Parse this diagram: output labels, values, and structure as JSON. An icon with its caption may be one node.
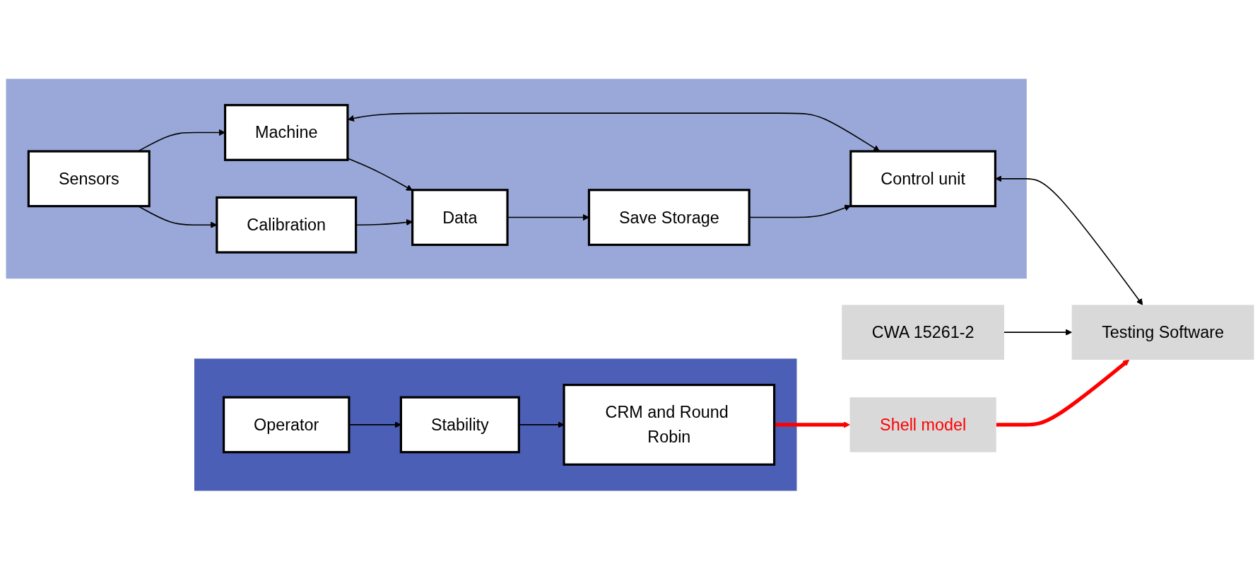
{
  "diagram": {
    "nodes": [
      {
        "text": [],
        "shape": "box"
      },
      {
        "text": [
          "Sensors"
        ],
        "in": 0
      },
      {
        "text": [
          "Machine"
        ],
        "in": 0
      },
      {
        "text": [
          "Control unit"
        ],
        "in": 0
      },
      {
        "text": [
          "Calibration"
        ],
        "in": 0
      },
      {
        "text": [
          "Data"
        ],
        "in": 0
      },
      {
        "text": [
          "Save Storage"
        ],
        "in": 0
      },
      {
        "text": [
          "Testing Software"
        ]
      },
      {
        "text": [
          "CWA 15261-2"
        ]
      },
      {
        "text": [],
        "shape": "box"
      },
      {
        "text": [
          "Operator"
        ],
        "in": 9
      },
      {
        "text": [
          "Stability"
        ],
        "in": 9
      },
      {
        "text": [
          "CRM and Round Robin"
        ],
        "in": 9
      },
      {
        "text": [
          "Shell model"
        ]
      }
    ],
    "edges": [
      {
        "from": 1,
        "to": 2,
        "arrow": "to"
      },
      {
        "from": 2,
        "to": 3,
        "arrow": "both"
      },
      {
        "from": 3,
        "to": 7,
        "arrow": "both"
      },
      {
        "from": 1,
        "to": 4,
        "arrow": "to"
      },
      {
        "from": 2,
        "to": 5,
        "arrow": "to"
      },
      {
        "from": 4,
        "to": 5,
        "arrow": "to"
      },
      {
        "from": 5,
        "to": 6,
        "arrow": "to"
      },
      {
        "from": 6,
        "to": 3,
        "arrow": "to"
      },
      {
        "from": 8,
        "to": 7,
        "arrow": "to"
      },
      {
        "from": 13,
        "to": 7,
        "arrow": "to",
        "style": "thick",
        "color": "#ff0000"
      },
      {
        "from": 10,
        "to": 11,
        "arrow": "to"
      },
      {
        "from": 11,
        "to": 12,
        "arrow": "to"
      },
      {
        "from": 12,
        "to": 13,
        "arrow": "to",
        "style": "thick",
        "color": "#ff0000"
      }
    ]
  }
}
